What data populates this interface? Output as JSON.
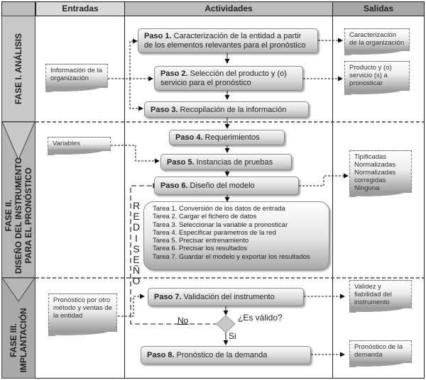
{
  "columns": {
    "entradas": "Entradas",
    "actividades": "Actividades",
    "salidas": "Salidas"
  },
  "phases": [
    {
      "label_line1": "FASE I.   ANÁLISIS",
      "label_line2": ""
    },
    {
      "label_line1": "FASE II.",
      "label_line2": "DISEÑO DEL INSTRUMENTO",
      "label_line3": "PARA EL PRONÓSTICO"
    },
    {
      "label_line1": "FASE III.",
      "label_line2": "IMPLANTACIÓN"
    }
  ],
  "inputs": [
    {
      "text": "Información de la organización"
    },
    {
      "text": "Variables"
    },
    {
      "text": "Pronóstico por otro método y ventas de la entidad"
    }
  ],
  "steps": [
    {
      "num": "Paso 1.",
      "text": "Caracterización de la entidad a partir de los elementos relevantes para el pronóstico"
    },
    {
      "num": "Paso 2.",
      "text": "Selección del producto y (o) servicio para el pronóstico"
    },
    {
      "num": "Paso 3.",
      "text": "Recopilación de la información"
    },
    {
      "num": "Paso 4.",
      "text": "Requerimientos"
    },
    {
      "num": "Paso 5.",
      "text": "Instancias de pruebas"
    },
    {
      "num": "Paso 6.",
      "text": "Diseño del modelo"
    },
    {
      "num": "Paso 7.",
      "text": "Validación del instrumento"
    },
    {
      "num": "Paso 8.",
      "text": "Pronóstico de la demanda"
    }
  ],
  "tasks": [
    "Tarea 1. Conversión de los datos de entrada",
    "Tarea 2. Cargar el fichero de datos",
    "Tarea 3. Seleccionar la variable a pronosticar",
    "Tarea 4. Especificar parámetros de la red",
    "Tarea 5. Precisar entrenamiento",
    "Tarea 6. Precisar los resultados",
    "Tarea 7. Guardar el modelo y exportar los resultados"
  ],
  "outputs": [
    {
      "text": "Caracterización de la organización"
    },
    {
      "text": "Producto y (o) servicio (s) a pronosticar"
    },
    {
      "text": "Tipificadas Normalizadas Normalizadas corregidas Ninguna"
    },
    {
      "text": "Validez y fiabilidad del instrumento"
    },
    {
      "text": "Pronóstico de la demanda"
    }
  ],
  "loop_label": "REDISEÑO",
  "decision": {
    "question": "¿Es válido?",
    "yes": "Si",
    "no": "No"
  }
}
